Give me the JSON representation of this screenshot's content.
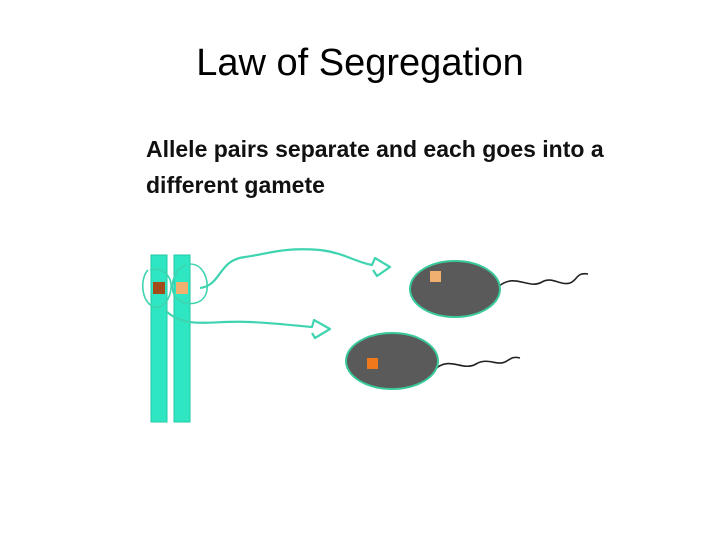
{
  "slide": {
    "title": "Law of Segregation",
    "body": "Allele pairs separate and each goes into a different gamete"
  },
  "colors": {
    "chromosome": "#2ee6c2",
    "chromosome_outline": "#20c9a8",
    "arrow": "#3fd4b0",
    "gamete_fill": "#5a5a5a",
    "gamete_outline": "#39c89c",
    "allele_dark": "#a34c1a",
    "allele_light": "#f0b070",
    "allele_orange": "#f07a1a",
    "tail": "#222222"
  },
  "icons": {
    "chromosome_pair": "homologous-chromosomes",
    "gamete": "sperm-cell"
  }
}
